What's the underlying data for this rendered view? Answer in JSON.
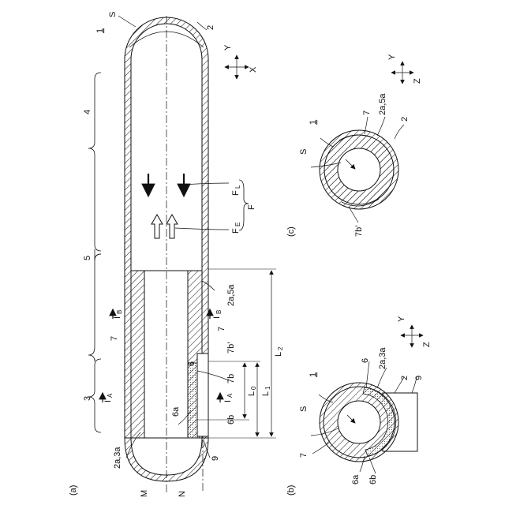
{
  "figure_a": {
    "label": "(a)",
    "device_ref": "1",
    "S": "S",
    "r2": "2",
    "r4": "4",
    "r5": "5",
    "r3": "3",
    "FL": "F",
    "FL_sub": "L",
    "FE": "F",
    "FE_sub": "E",
    "F": "F",
    "r2a5a": "2a,5a",
    "r7": "7",
    "r7b_prime": "7b’",
    "r6": "6",
    "r7b": "7b",
    "r6a": "6a",
    "r6b": "6b",
    "r9": "9",
    "r2a3a": "2a,3a",
    "L2": "L",
    "L2_sub": "2",
    "L0": "L",
    "L0_sub": "0",
    "L1": "L",
    "L1_sub": "1",
    "IA": "I",
    "IA_sub": "A",
    "IB": "I",
    "IB_sub": "B",
    "M": "M",
    "N": "N",
    "axis_y": "Y",
    "axis_x": "X"
  },
  "figure_b": {
    "label": "(b)",
    "device_ref": "1",
    "r6": "6",
    "r2a3a": "2a,3a",
    "r2": "2",
    "r9": "9",
    "S": "S",
    "r7": "7",
    "r6a": "6a",
    "r6b": "6b",
    "axis_y": "Y",
    "axis_z": "Z"
  },
  "figure_c": {
    "label": "(c)",
    "device_ref": "1",
    "r7": "7",
    "r2a5a": "2a,5a",
    "r2": "2",
    "S": "S",
    "r7b_prime": "7b’",
    "axis_y": "Y",
    "axis_z": "Z"
  },
  "colors": {
    "line": "#111111",
    "background": "#ffffff"
  }
}
